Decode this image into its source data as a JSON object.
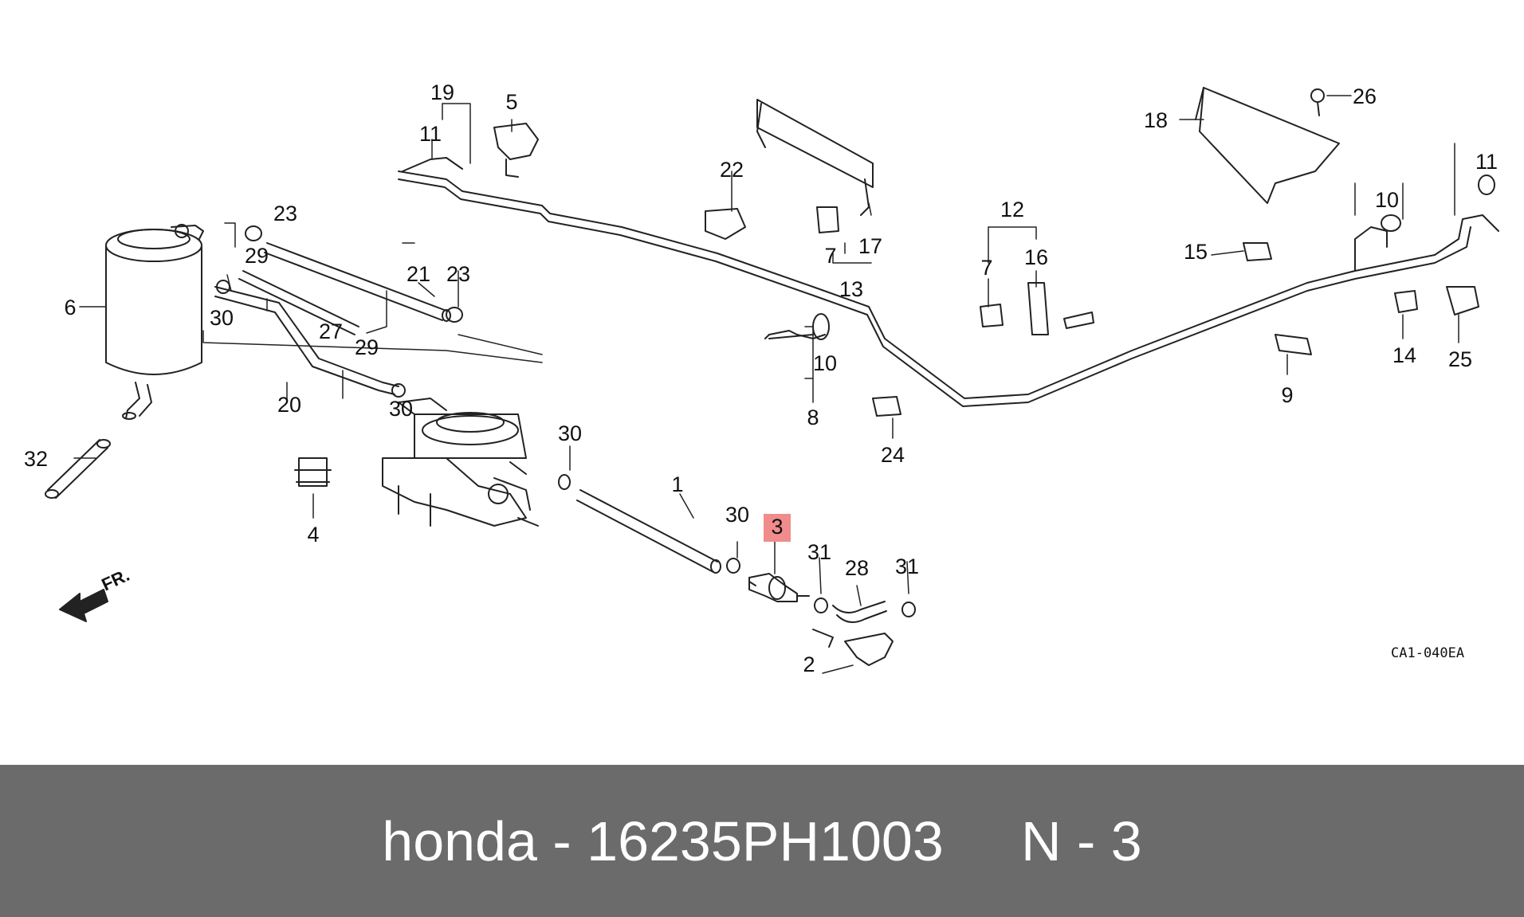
{
  "diagram": {
    "code": "CA1-040EA",
    "direction_label": "FR.",
    "highlight_color": "#f08c8c",
    "highlighted_part": "3",
    "callouts": {
      "c1": "1",
      "c2": "2",
      "c3": "3",
      "c4": "4",
      "c5": "5",
      "c6": "6",
      "c7a": "7",
      "c7b": "7",
      "c8": "8",
      "c9": "9",
      "c10a": "10",
      "c10b": "10",
      "c11a": "11",
      "c11b": "11",
      "c12": "12",
      "c13": "13",
      "c14": "14",
      "c15": "15",
      "c16": "16",
      "c17": "17",
      "c18": "18",
      "c19": "19",
      "c20": "20",
      "c21": "21",
      "c22": "22",
      "c23a": "23",
      "c23b": "23",
      "c24": "24",
      "c25": "25",
      "c26": "26",
      "c27": "27",
      "c28": "28",
      "c29a": "29",
      "c29b": "29",
      "c30a": "30",
      "c30b": "30",
      "c30c": "30",
      "c30d": "30",
      "c31a": "31",
      "c31b": "31",
      "c32": "32"
    }
  },
  "footer": {
    "brand": "honda",
    "separator": "-",
    "part_number": "16235PH1003",
    "position_label": "N - 3",
    "background_color": "#6b6b6b"
  }
}
